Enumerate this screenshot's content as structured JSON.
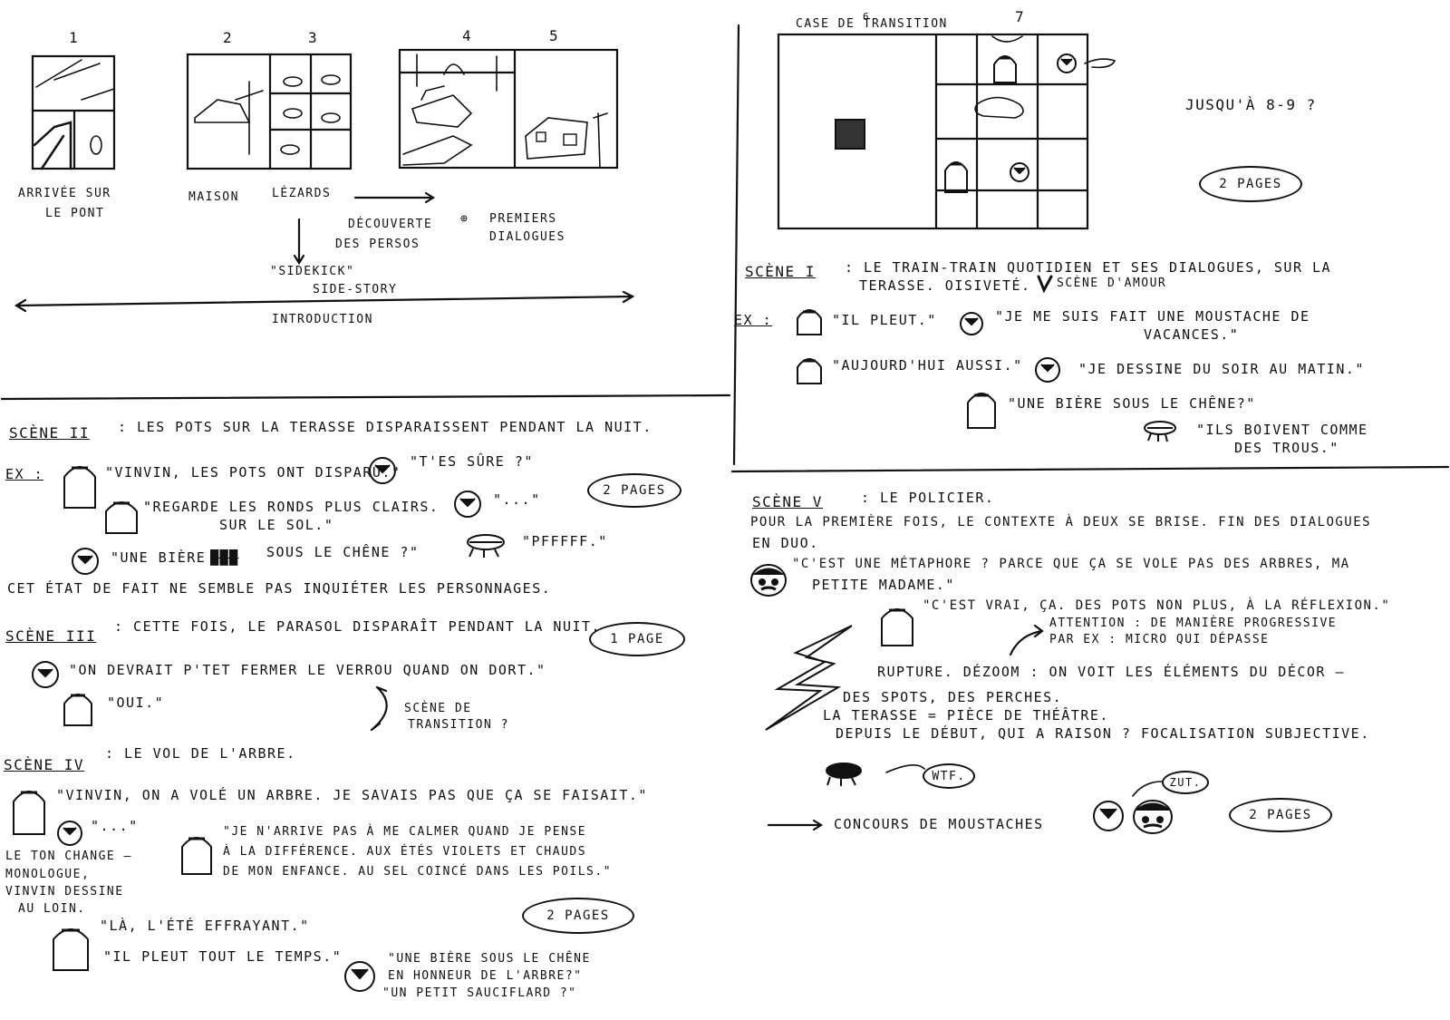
{
  "storyboard": {
    "panel_numbers": [
      "1",
      "2",
      "3",
      "4",
      "5",
      "6",
      "7"
    ],
    "captions": {
      "arrivee": "ARRIVÉE SUR",
      "arrivee2": "LE PONT",
      "maison": "MAISON",
      "lezards": "LÉZARDS",
      "decouverte": "DÉCOUVERTE",
      "decouverte2": "DES PERSOS",
      "premiers": "PREMIERS",
      "premiers2": "DIALOGUES",
      "sidekick": "\"SIDEKICK\"",
      "sidestory": "SIDE-STORY",
      "introduction": "INTRODUCTION"
    },
    "case_transition": "CASE DE TRANSITION",
    "jusqua": "JUSQU'À 8-9 ?",
    "pages_top": "2 PAGES"
  },
  "scene1": {
    "title": "SCÈNE I",
    "desc1": ": LE TRAIN-TRAIN QUOTIDIEN ET SES DIALOGUES, SUR LA",
    "desc2": "TERASSE. OISIVETÉ.",
    "desc3": "SCÈNE D'AMOUR",
    "ex": "EX :",
    "l1": "\"IL PLEUT.\"",
    "l2a": "\"JE ME SUIS FAIT UNE MOUSTACHE DE",
    "l2b": "VACANCES.\"",
    "l3": "\"AUJOURD'HUI AUSSI.\"",
    "l4": "\"JE DESSINE DU SOIR AU MATIN.\"",
    "l5": "\"UNE BIÈRE SOUS LE CHÊNE?\"",
    "l6a": "\"ILS BOIVENT COMME",
    "l6b": "DES TROUS.\""
  },
  "scene2": {
    "title": "SCÈNE II",
    "desc": ": LES POTS SUR LA TERASSE DISPARAISSENT PENDANT LA NUIT.",
    "ex": "EX :",
    "l1": "\"VINVIN, LES POTS ONT DISPARU.\"",
    "l2": "\"T'ES SÛRE ?\"",
    "l3a": "\"REGARDE LES RONDS PLUS CLAIRS.",
    "l3b": "SUR LE SOL.\"",
    "l4": "\"...\"",
    "l5a": "\"UNE BIÈRE",
    "l5b": "SOUS LE CHÊNE ?\"",
    "l6": "\"PFFFFF.\"",
    "pages": "2 PAGES",
    "note": "CET ÉTAT DE FAIT NE SEMBLE PAS INQUIÉTER LES PERSONNAGES."
  },
  "scene3": {
    "title": "SCÈNE III",
    "desc": ": CETTE FOIS, LE PARASOL DISPARAÎT PENDANT LA NUIT.",
    "pages": "1 PAGE",
    "l1": "\"ON DEVRAIT P'TET FERMER LE VERROU QUAND ON DORT.\"",
    "l2": "\"OUI.\"",
    "trans1": "SCÈNE DE",
    "trans2": "TRANSITION ?"
  },
  "scene4": {
    "title": "SCÈNE IV",
    "desc": ": LE VOL DE L'ARBRE.",
    "l1": "\"VINVIN, ON A VOLÉ UN ARBRE. JE SAVAIS PAS QUE ÇA SE FAISAIT.\"",
    "l2": "\"...\"",
    "note1": "LE TON CHANGE —",
    "note2": "MONOLOGUE,",
    "note3": "VINVIN DESSINE",
    "note4": "AU LOIN.",
    "m1": "\"JE N'ARRIVE PAS À ME CALMER QUAND JE PENSE",
    "m2": "À LA DIFFÉRENCE. AUX ÉTÉS VIOLETS ET CHAUDS",
    "m3": "DE MON ENFANCE. AU SEL COINCÉ DANS LES POILS.\"",
    "l3": "\"LÀ, L'ÉTÉ EFFRAYANT.\"",
    "l4": "\"IL PLEUT TOUT LE TEMPS.\"",
    "pages": "2 PAGES",
    "l5a": "\"UNE BIÈRE SOUS LE CHÊNE",
    "l5b": "EN HONNEUR DE L'ARBRE?\"",
    "l5c": "\"UN PETIT SAUCIFLARD ?\""
  },
  "scene5": {
    "title": "SCÈNE V",
    "desc": ": LE POLICIER.",
    "intro1": "POUR LA PREMIÈRE FOIS, LE CONTEXTE À DEUX SE BRISE. FIN DES DIALOGUES",
    "intro2": "EN DUO.",
    "q1a": "\"C'EST UNE MÉTAPHORE ? PARCE QUE ÇA SE VOLE PAS DES ARBRES, MA",
    "q1b": "PETITE MADAME.\"",
    "q2": "\"C'EST VRAI, ÇA. DES POTS NON PLUS, À LA RÉFLEXION.\"",
    "att1": "ATTENTION : DE MANIÈRE PROGRESSIVE",
    "att2": "PAR EX : MICRO QUI DÉPASSE",
    "r1": "RUPTURE. DÉZOOM : ON VOIT LES ÉLÉMENTS DU DÉCOR —",
    "r2": "DES SPOTS, DES PERCHES.",
    "r3": "LA TERASSE = PIÈCE DE THÉÂTRE.",
    "r4": "DEPUIS LE DÉBUT, QUI A RAISON ? FOCALISATION SUBJECTIVE.",
    "wtf": "WTF.",
    "zut": "ZUT.",
    "concours": "CONCOURS DE MOUSTACHES",
    "pages": "2 PAGES"
  },
  "icons": [
    "drip-character-icon",
    "round-face-icon",
    "lizard-icon",
    "policeman-icon",
    "lightning-icon"
  ],
  "colors": {
    "ink": "#111111",
    "paper": "#ffffff"
  }
}
